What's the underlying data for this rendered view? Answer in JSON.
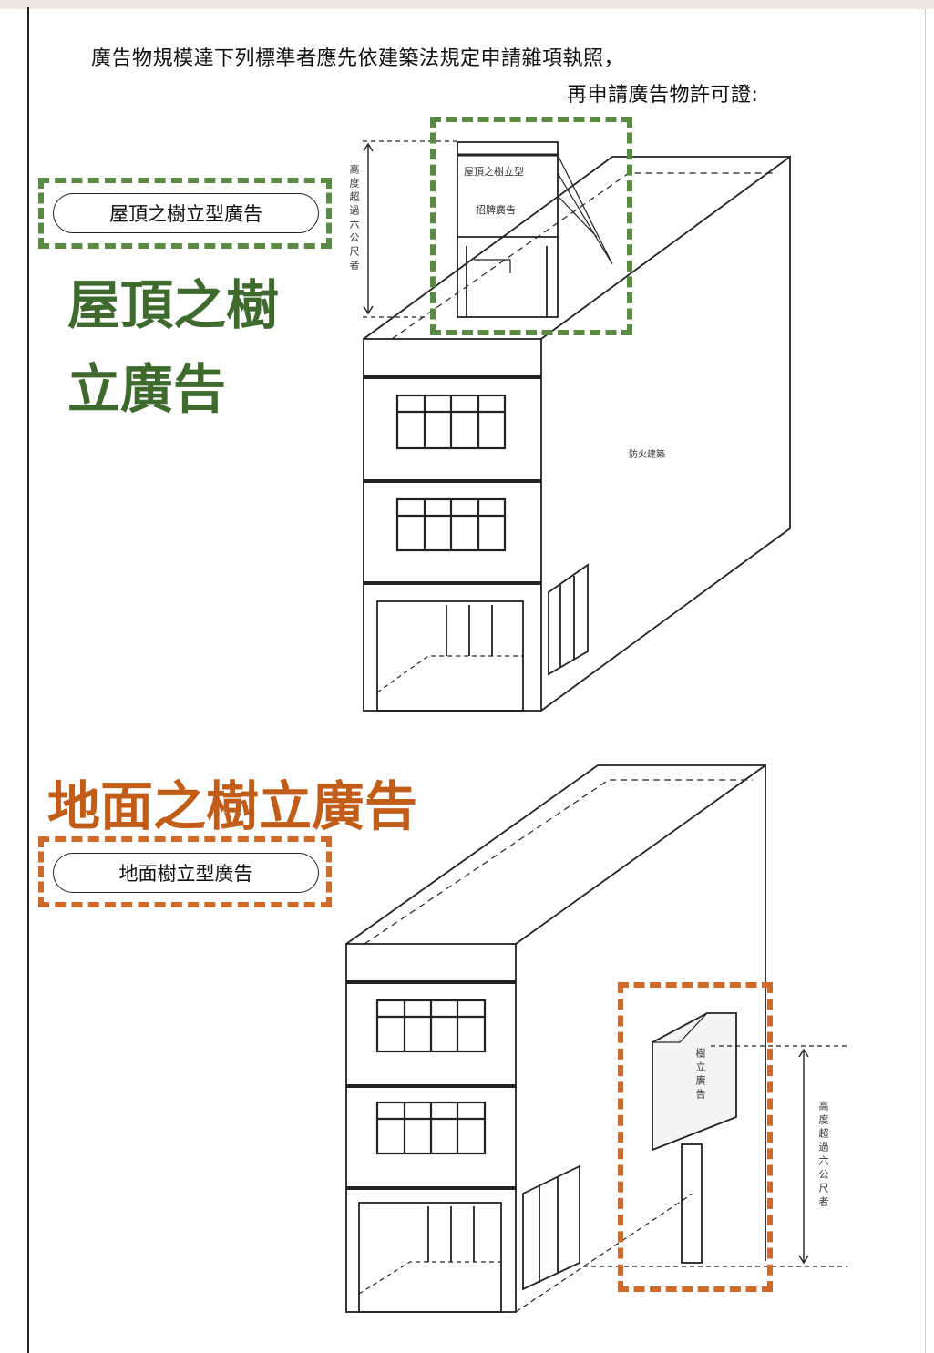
{
  "header": {
    "line1": "廣告物規模達下列標準者應先依建築法規定申請雜項執照，",
    "line2": "再申請廣告物許可證:"
  },
  "roof_section": {
    "title_line1": "屋頂之樹",
    "title_line2": "立廣告",
    "pill_label": "屋頂之樹立型廣告",
    "sign_text_top": "屋頂之樹立型",
    "sign_text_bottom": "招牌廣告",
    "height_note": "高度超過六公尺者",
    "wall_label": "防火建築",
    "color": "#3e6a2e"
  },
  "ground_section": {
    "title": "地面之樹立廣告",
    "pill_label": "地面樹立型廣告",
    "sign_text": "樹立廣告",
    "height_note": "高度超過六公尺者",
    "color": "#c15d18"
  }
}
